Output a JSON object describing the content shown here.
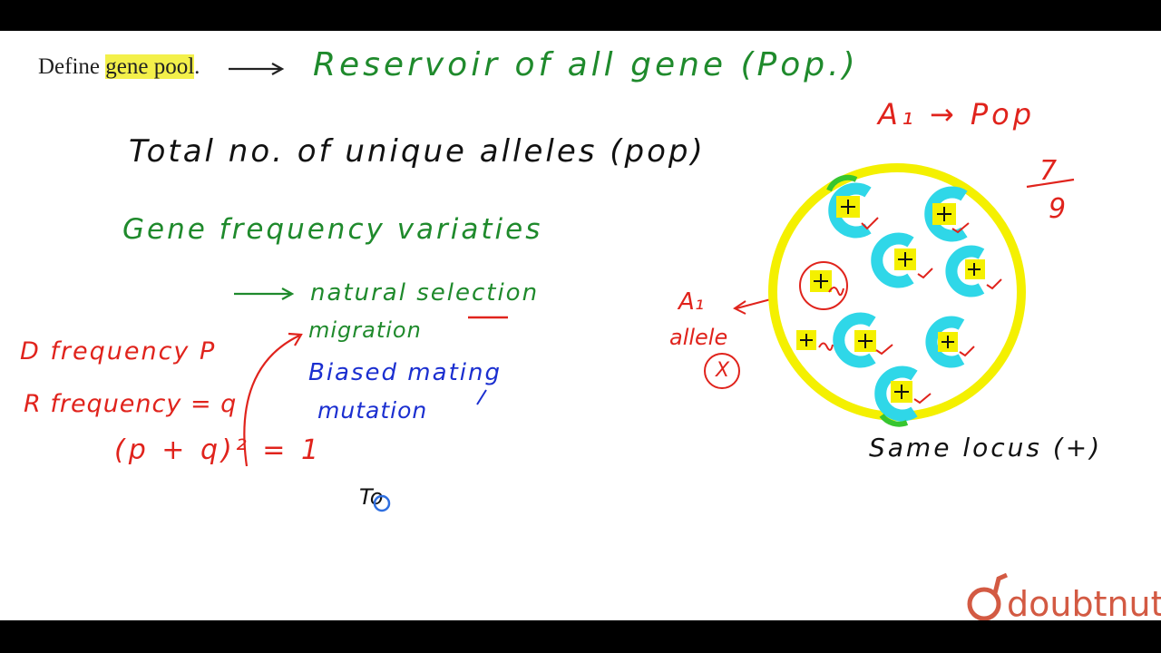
{
  "question": {
    "prefix": "Define ",
    "highlight": "gene pool",
    "suffix": "."
  },
  "notes": {
    "definition": "Reservoir of all gene (Pop.)",
    "total_alleles": "Total no. of unique alleles (pop)",
    "variation_heading": "Gene frequency variaties",
    "factor_natural_selection": "natural selection",
    "factor_migration": "migration",
    "factor_biased_mating": "Biased mating",
    "factor_mutation": "mutation",
    "dominant_freq": "D frequency P",
    "recessive_freq": "R frequency = q",
    "hardy_weinberg": "(p + q)² = 1",
    "partial": "To"
  },
  "diagram": {
    "top_label": "A₁ → Pop",
    "numerator": "7",
    "denominator": "9",
    "allele_label_a1": "A₁",
    "allele_label_word": "allele",
    "allele_cross": "X",
    "caption": "Same locus (+)"
  },
  "brand": {
    "name": "doubtnut"
  },
  "colors": {
    "green_ink": "#1f8a2c",
    "red_ink": "#e0231c",
    "blue_ink": "#1b2fd0",
    "highlight": "#f3f04a",
    "cyan": "#2fd7e8",
    "yellow": "#f4f000",
    "brand": "#d35a43"
  }
}
